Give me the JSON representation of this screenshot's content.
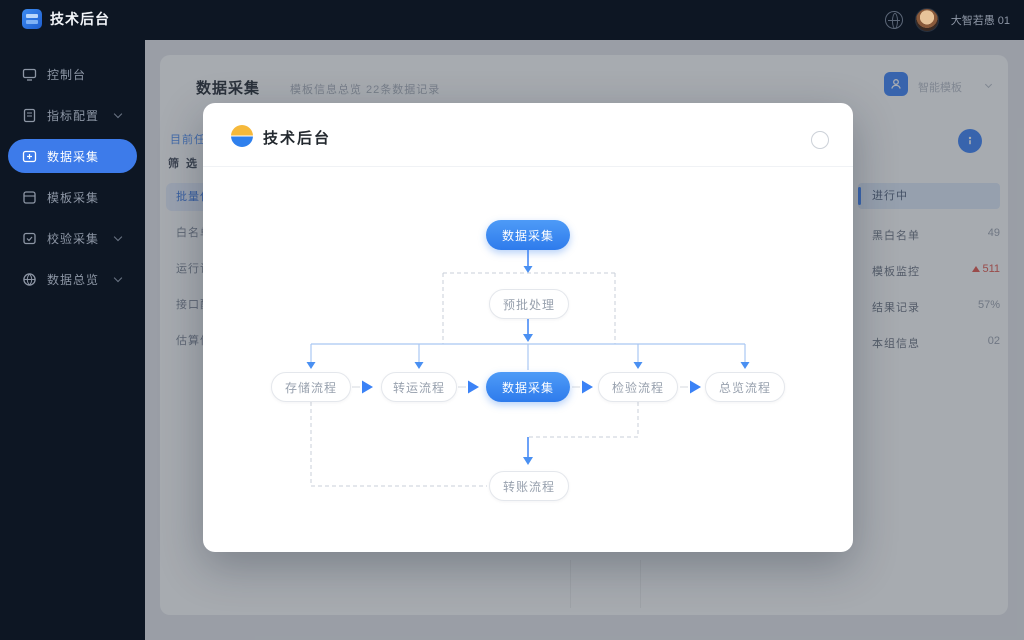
{
  "colors": {
    "accent": "#3b82f6",
    "sidebar_bg": "#0d1623",
    "active_item": "#3d7bea",
    "alert_red": "#e2574c",
    "node_blue": "#2e7bec"
  },
  "icons": [
    "brand-layers-icon",
    "globe-icon",
    "avatar",
    "monitor-icon",
    "config-icon",
    "collect-icon",
    "template-icon",
    "verify-icon",
    "overview-icon",
    "chevron-down-icon",
    "person-icon",
    "info-icon",
    "close-circle-icon",
    "modal-logo-icon",
    "flow-arrow-icon"
  ],
  "app": {
    "brand": "技术后台",
    "user": "大智若愚 01"
  },
  "sidebar": {
    "items": [
      {
        "label": "控制台"
      },
      {
        "label": "指标配置"
      },
      {
        "label": "数据采集"
      },
      {
        "label": "模板采集"
      },
      {
        "label": "校验采集"
      },
      {
        "label": "数据总览"
      }
    ]
  },
  "page": {
    "title": "数据采集",
    "subtitle": "模板信息总览  22条数据记录",
    "toolbar_hint": "智能模板",
    "link": "目前任务",
    "filter_label": "筛 选",
    "left_rows": [
      "批量任务",
      "白名单",
      "运行记录",
      "接口配置",
      "估算信息"
    ],
    "panel": {
      "header": "进行中",
      "rows": [
        {
          "label": "黑白名单",
          "value": "49"
        },
        {
          "label": "模板监控",
          "value": "511"
        },
        {
          "label": "结果记录",
          "value": "57%"
        },
        {
          "label": "本组信息",
          "value": "02"
        }
      ]
    }
  },
  "modal": {
    "brand": "技术后台",
    "flow": {
      "top": "数据采集",
      "pre": "预批处理",
      "row": [
        "存储流程",
        "转运流程",
        "数据采集",
        "检验流程",
        "总览流程"
      ],
      "bottom": "转账流程"
    }
  }
}
